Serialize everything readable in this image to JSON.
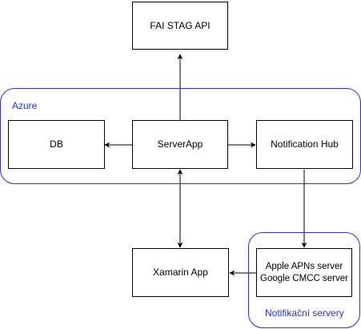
{
  "groups": {
    "azure": {
      "label": "Azure",
      "color": "#2b2bf2"
    },
    "notif": {
      "label": "Notifikační servery",
      "color": "#2b2bf2"
    }
  },
  "nodes": {
    "fai": {
      "label": "FAI STAG API"
    },
    "db": {
      "label": "DB"
    },
    "server": {
      "label": "ServerApp"
    },
    "hub": {
      "label": "Notification Hub"
    },
    "xamarin": {
      "label": "Xamarin App"
    },
    "push": {
      "line1": "Apple APNs server",
      "line2": "Google CMCC server"
    }
  },
  "edges": [
    {
      "from": "ServerApp",
      "to": "FAI STAG API",
      "arrow": "end"
    },
    {
      "from": "ServerApp",
      "to": "DB",
      "arrow": "end"
    },
    {
      "from": "ServerApp",
      "to": "Notification Hub",
      "arrow": "end"
    },
    {
      "from": "ServerApp",
      "to": "Xamarin App",
      "arrow": "both"
    },
    {
      "from": "Notification Hub",
      "to": "Apple APNs server / Google CMCC server",
      "arrow": "end"
    },
    {
      "from": "Apple APNs server / Google CMCC server",
      "to": "Xamarin App",
      "arrow": "end"
    }
  ]
}
